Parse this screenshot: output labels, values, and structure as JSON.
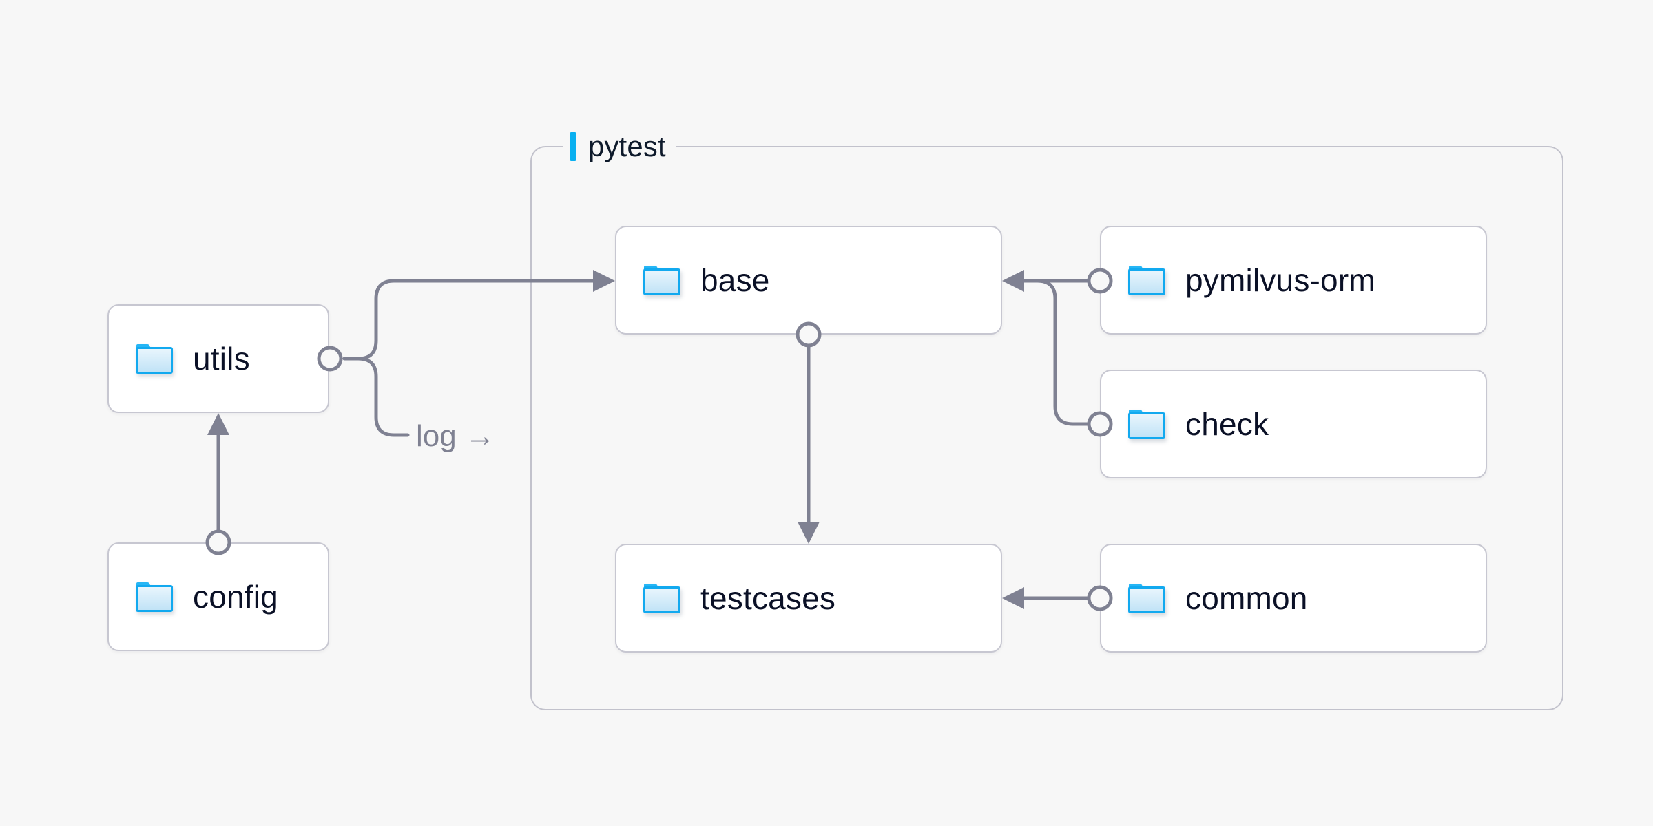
{
  "background_color": "#f7f7f7",
  "accent_color": "#0ab0f0",
  "node_text_color": "#0a1026",
  "wire_color": "#7f8192",
  "group": {
    "label": "pytest",
    "accent_color": "#0ab0f0"
  },
  "nodes": {
    "utils": {
      "label": "utils",
      "icon": "folder-icon"
    },
    "config": {
      "label": "config",
      "icon": "folder-icon"
    },
    "base": {
      "label": "base",
      "icon": "folder-icon"
    },
    "testcases": {
      "label": "testcases",
      "icon": "folder-icon"
    },
    "pymilvus_orm": {
      "label": "pymilvus-orm",
      "icon": "folder-icon"
    },
    "check": {
      "label": "check",
      "icon": "folder-icon"
    },
    "common": {
      "label": "common",
      "icon": "folder-icon"
    }
  },
  "edge_labels": {
    "log": "log →"
  },
  "edges": [
    {
      "from": "utils",
      "to": "base",
      "label": ""
    },
    {
      "from": "utils",
      "to": "log",
      "label": "log →"
    },
    {
      "from": "config",
      "to": "utils",
      "label": ""
    },
    {
      "from": "base",
      "to": "testcases",
      "label": ""
    },
    {
      "from": "pymilvus_orm",
      "to": "base",
      "label": ""
    },
    {
      "from": "check",
      "to": "base",
      "label": ""
    },
    {
      "from": "common",
      "to": "testcases",
      "label": ""
    }
  ]
}
